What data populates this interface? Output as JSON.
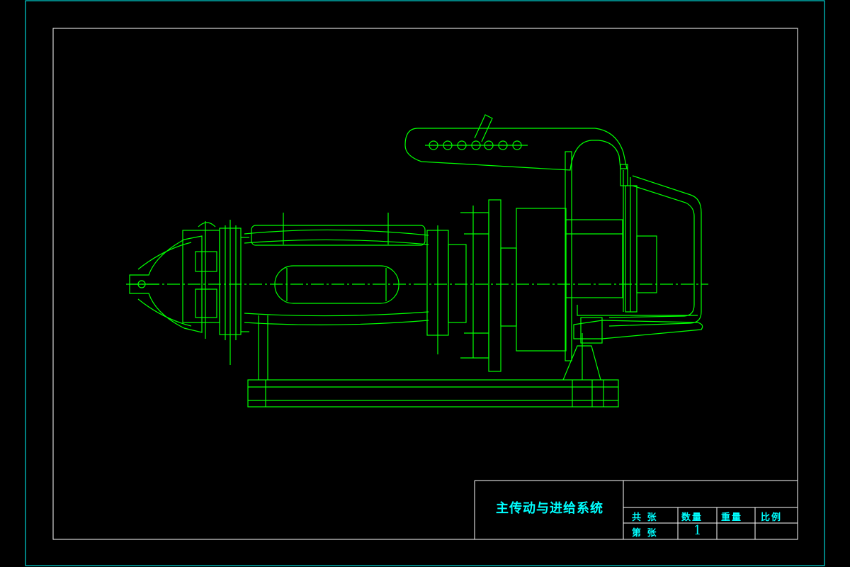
{
  "title_block": {
    "drawing_title": "主传动与进给系统",
    "total_sheets_label": "共 张",
    "sheet_no_label": "第 张",
    "quantity_label": "数量",
    "weight_label": "重量",
    "scale_label": "比例",
    "quantity_value": "1"
  },
  "colors": {
    "background": "#000000",
    "frame": "#00ffff",
    "title_block_lines": "#ffffff",
    "drawing_lines": "#00ff00",
    "title_text": "#00ffff"
  }
}
